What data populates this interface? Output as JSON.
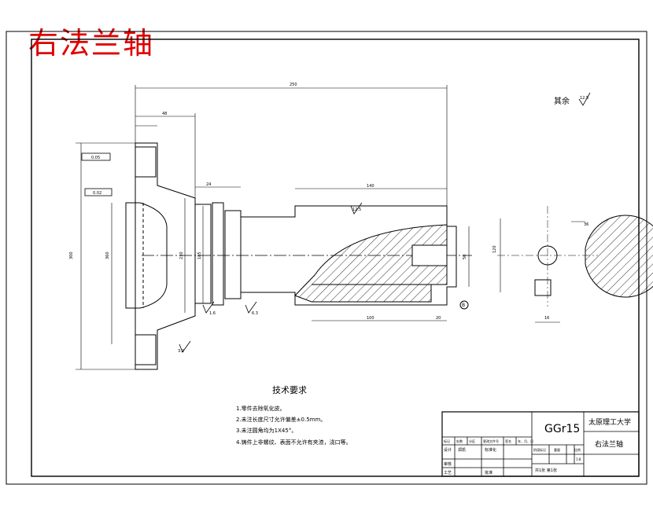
{
  "overlay_title": "右法兰轴",
  "drawing": {
    "surface_note_label": "其余",
    "surface_note_value": "12.5",
    "technical_requirements": {
      "heading": "技术要求",
      "items": [
        "1.零件去除氧化皮。",
        "2.未注长度尺寸允许偏差±0.5mm。",
        "3.未注圆角均为1X45°。",
        "4.铸件上非螺纹、表面不允许有夹渣，浇口等。"
      ]
    },
    "title_block": {
      "material": "GGr15",
      "school": "太原理工大学",
      "part_name": "右法兰轴",
      "row_labels": [
        "标记",
        "处数",
        "分区",
        "更改文件号",
        "签名",
        "年、月、日"
      ],
      "design_label": "设计",
      "design_value": "郑凯",
      "std_label": "标准化",
      "review_label": "审核",
      "process_label": "工艺",
      "approve_label": "批准",
      "stage_labels": [
        "阶段标记",
        "重量",
        "比例"
      ],
      "scale": "1:8",
      "sheet_info": "共1张  第1张"
    },
    "dims": {
      "overall": "250",
      "top_left": "48",
      "short": "24",
      "long_right": "140",
      "bottom_mid": "100",
      "bottom_right": "20",
      "left_height": "300",
      "section_dia": "120",
      "section_key": "36",
      "key_width": "16",
      "h1": "360",
      "h2": "230",
      "h3": "185",
      "h4": "50"
    },
    "roughness": [
      "12.5",
      "1.6",
      "6.3",
      "3.2"
    ],
    "tolerance": [
      "0.05",
      "0.02"
    ],
    "datum": "B"
  }
}
